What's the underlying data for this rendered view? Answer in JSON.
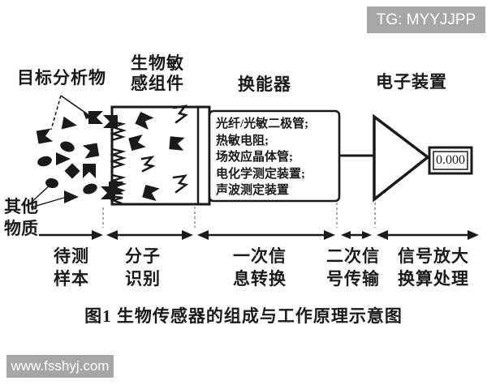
{
  "banner": {
    "text": "TG: MYYJJPP"
  },
  "watermark": {
    "text": "www.fsshyj.com"
  },
  "colors": {
    "ink": "#1a1a1a",
    "banner_bg": "#a6a6a6",
    "banner_fg": "#ffffff",
    "background": "#ffffff"
  },
  "labels": {
    "target_analyte": "目标分析物",
    "bio_component_line1": "生物敏",
    "bio_component_line2": "感组件",
    "transducer": "换能器",
    "electronic_device": "电子装置",
    "other_substances_line1": "其他",
    "other_substances_line2": "物质"
  },
  "transducer_box": {
    "lines": [
      "光纤/光敏二极管;",
      "热敏电阻;",
      "场效应晶体管;",
      "电化学测定装置;",
      "声波测定装置"
    ]
  },
  "display": {
    "value": "0.000"
  },
  "stages": [
    {
      "line1": "待测",
      "line2": "样本"
    },
    {
      "line1": "分子",
      "line2": "识别"
    },
    {
      "line1": "一次信",
      "line2": "息转换"
    },
    {
      "line1": "二次信",
      "line2": "号传输"
    },
    {
      "line1": "信号放大",
      "line2": "换算处理"
    }
  ],
  "caption": "图1  生物传感器的组成与工作原理示意图"
}
